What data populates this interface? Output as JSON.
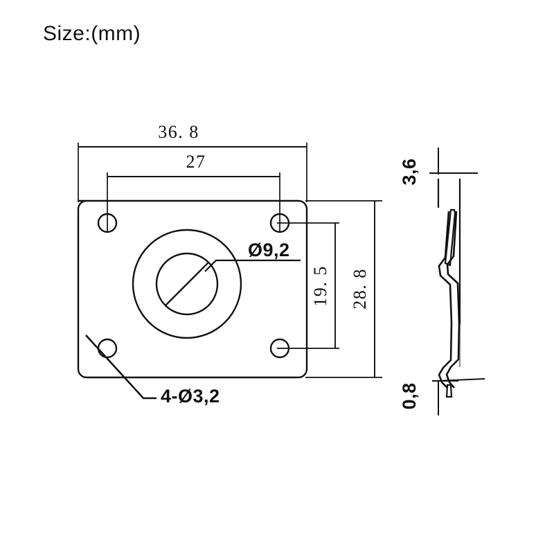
{
  "title": {
    "label": "Size:(mm)"
  },
  "views": {
    "front": {
      "name": "front-view",
      "dimensions": {
        "overall_width": "36. 8",
        "hole_spacing_width": "27",
        "overall_height": "28. 8",
        "hole_spacing_height": "19. 5",
        "center_bore": "Ø9,2",
        "mounting_holes": "4-Ø3,2"
      }
    },
    "side": {
      "name": "side-view",
      "dimensions": {
        "top_thickness": "3,6",
        "bottom_thickness": "0,8"
      }
    }
  },
  "colors": {
    "line": "#111111",
    "background": "#ffffff",
    "text": "#111111"
  },
  "chart_data": {
    "type": "diagram",
    "title": "Size:(mm)",
    "units": "mm",
    "parts": [
      {
        "view": "front",
        "shape": "rounded-rectangle-plate",
        "labels": [
          "36. 8",
          "27",
          "28. 8",
          "19. 5",
          "Ø9,2",
          "4-Ø3,2"
        ],
        "values": [
          36.8,
          27,
          28.8,
          19.5,
          9.2,
          3.2
        ]
      },
      {
        "view": "side",
        "shape": "bent-sheet-profile",
        "labels": [
          "3,6",
          "0,8"
        ],
        "values": [
          3.6,
          0.8
        ]
      }
    ]
  }
}
